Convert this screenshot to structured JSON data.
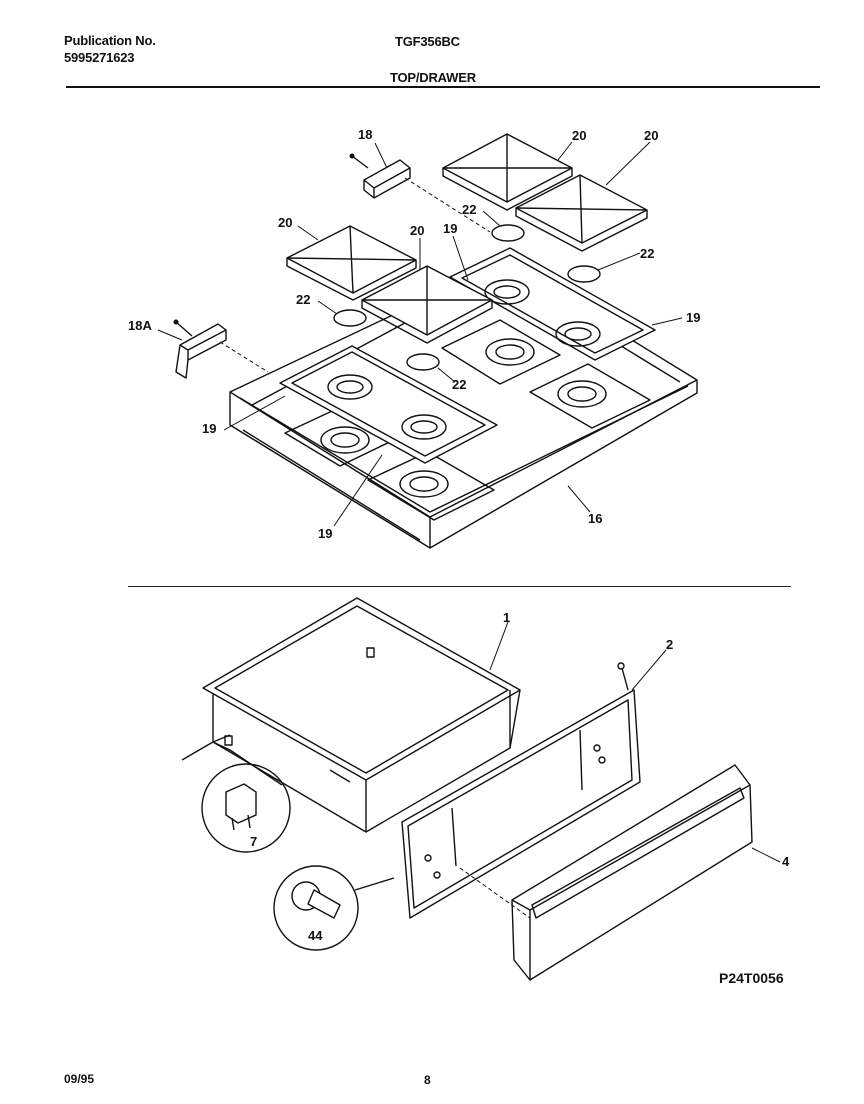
{
  "header": {
    "publication_label": "Publication No.",
    "publication_number": "5995271623",
    "model": "TGF356BC",
    "section": "TOP/DRAWER"
  },
  "footer": {
    "date": "09/95",
    "page": "8"
  },
  "diagram_ref": "P24T0056",
  "callouts": {
    "c18": "18",
    "c18a": "18A",
    "c20a": "20",
    "c20b": "20",
    "c20c": "20",
    "c20d": "20",
    "c19a": "19",
    "c19b": "19",
    "c19c": "19",
    "c19d": "19",
    "c22a": "22",
    "c22b": "22",
    "c22c": "22",
    "c22d": "22",
    "c16": "16",
    "c1": "1",
    "c2": "2",
    "c4": "4",
    "c7": "7",
    "c44": "44"
  }
}
